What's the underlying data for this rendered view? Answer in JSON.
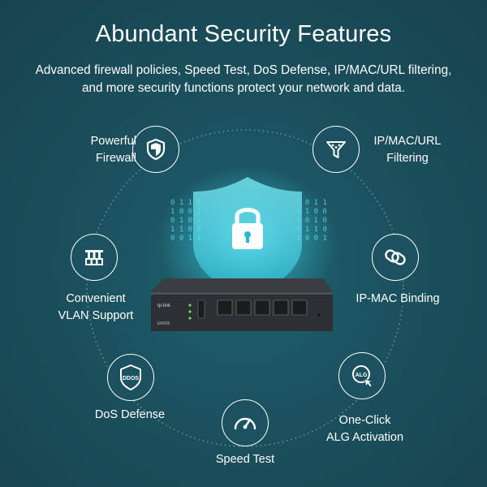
{
  "header": {
    "title": "Abundant Security Features",
    "subtitle_line1": "Advanced firewall policies, Speed Test, DoS Defense, IP/MAC/URL filtering,",
    "subtitle_line2": "and more security functions protect your network and data."
  },
  "features": {
    "firewall": {
      "line1": "Powerful",
      "line2": "Firewall",
      "icon": "shield-icon"
    },
    "filtering": {
      "line1": "IP/MAC/URL",
      "line2": "Filtering",
      "icon": "filter-icon"
    },
    "vlan": {
      "line1": "Convenient",
      "line2": "VLAN Support",
      "icon": "vlan-icon"
    },
    "ipmac": {
      "line1": "IP-MAC Binding",
      "icon": "link-icon"
    },
    "dos": {
      "line1": "DoS Defense",
      "icon": "ddos-shield-icon",
      "badge": "DDOS"
    },
    "alg": {
      "line1": "One-Click",
      "line2": "ALG Activation",
      "icon": "alg-icon",
      "badge": "ALG"
    },
    "speed": {
      "line1": "Speed Test",
      "icon": "speedometer-icon"
    }
  },
  "router": {
    "brand": "tp-link",
    "model": "ER605"
  },
  "colors": {
    "background": "#1b4f5c",
    "accent": "#5fe0ee",
    "text": "#ffffff"
  }
}
